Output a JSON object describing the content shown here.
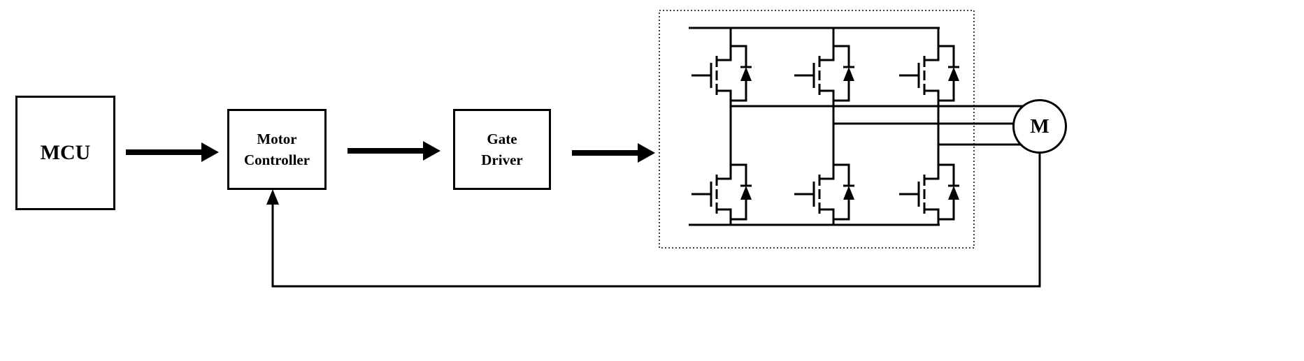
{
  "blocks": {
    "mcu": {
      "label": "MCU"
    },
    "motor_controller": {
      "line1": "Motor",
      "line2": "Controller"
    },
    "gate_driver": {
      "line1": "Gate",
      "line2": "Driver"
    },
    "motor": {
      "label": "M"
    }
  },
  "inverter": {
    "transistor_count": 6,
    "phase_count": 3
  },
  "colors": {
    "line": "#000000",
    "background": "#ffffff"
  }
}
